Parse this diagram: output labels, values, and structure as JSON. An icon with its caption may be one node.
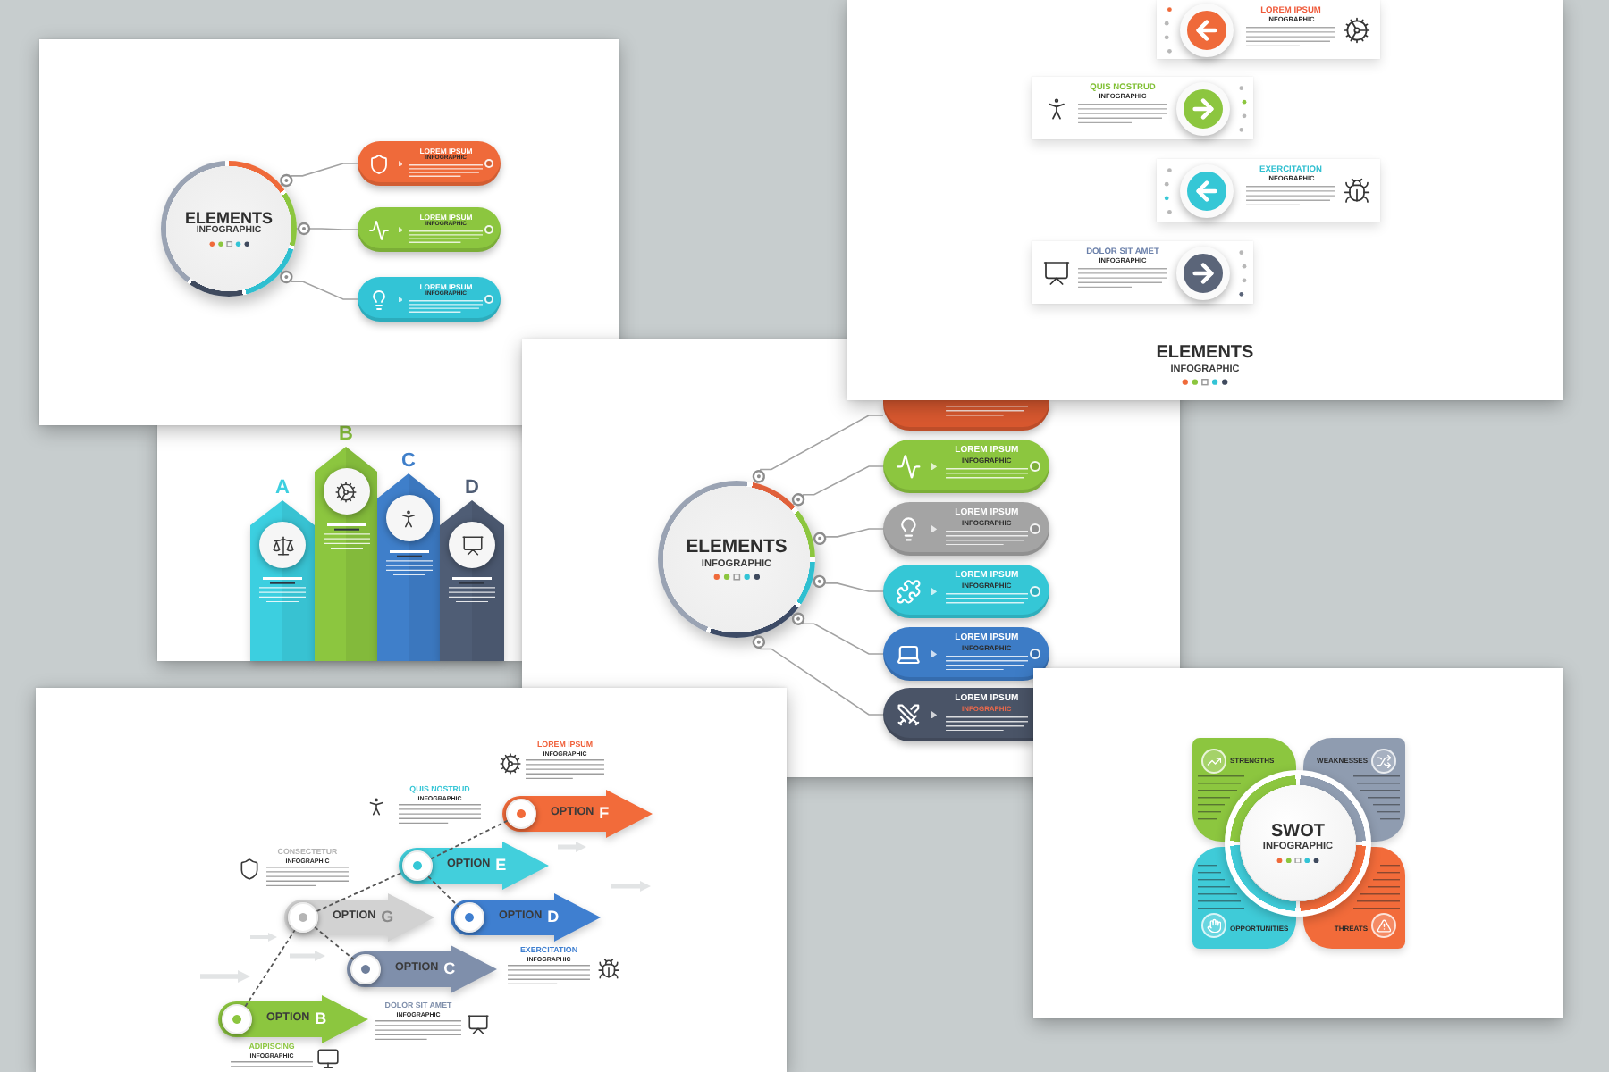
{
  "diagram": {
    "nodes": [
      {
        "text": [],
        "shape": "box"
      },
      {
        "text": [
          "ELEMENTS",
          "INFOGRAPHIC"
        ],
        "in": 0
      },
      {
        "text": [
          "LOREM IPSUM",
          "INFOGRAPHIC"
        ],
        "in": 0
      },
      {
        "text": [
          "LOREM IPSUM",
          "INFOGRAPHIC"
        ],
        "in": 0
      },
      {
        "text": [
          "LOREM IPSUM",
          "INFOGRAPHIC"
        ],
        "in": 0
      },
      {
        "text": [
          "ELEMENTS",
          "INFOGRAPHIC"
        ]
      },
      {
        "text": [
          "LOREM IPSUM",
          "INFOGRAPHIC"
        ],
        "in": 5
      },
      {
        "text": [
          "QUIS NOSTRUD",
          "INFOGRAPHIC"
        ],
        "in": 5
      },
      {
        "text": [
          "EXERCITATION",
          "INFOGRAPHIC"
        ],
        "in": 5
      },
      {
        "text": [
          "DOLOR SIT AMET",
          "INFOGRAPHIC"
        ],
        "in": 5
      },
      {
        "text": [],
        "shape": "box"
      },
      {
        "text": [
          "A"
        ],
        "in": 10
      },
      {
        "text": [
          "B"
        ],
        "in": 10
      },
      {
        "text": [
          "C"
        ],
        "in": 10
      },
      {
        "text": [
          "D"
        ],
        "in": 10
      },
      {
        "text": [],
        "shape": "box"
      },
      {
        "text": [
          "ELEMENTS",
          "INFOGRAPHIC"
        ],
        "in": 15
      },
      {
        "text": [],
        "shape": "box",
        "in": 15
      },
      {
        "text": [
          "LOREM IPSUM",
          "INFOGRAPHIC"
        ],
        "in": 15
      },
      {
        "text": [
          "LOREM IPSUM",
          "INFOGRAPHIC"
        ],
        "in": 15
      },
      {
        "text": [
          "LOREM IPSUM",
          "INFOGRAPHIC"
        ],
        "in": 15
      },
      {
        "text": [
          "LOREM IPSUM",
          "INFOGRAPHIC"
        ],
        "in": 15
      },
      {
        "text": [
          "LOREM IPSUM",
          "INFOGRAPHIC"
        ],
        "in": 15
      },
      {
        "text": [],
        "shape": "box"
      },
      {
        "text": [
          "OPTION",
          "F"
        ],
        "in": 23,
        "beside": [
          "LOREM IPSUM",
          "INFOGRAPHIC"
        ]
      },
      {
        "text": [],
        "shape": "circle",
        "in": 24
      },
      {
        "text": [
          "OPTION",
          "E"
        ],
        "in": 23,
        "beside": [
          "QUIS NOSTRUD",
          "INFOGRAPHIC"
        ]
      },
      {
        "text": [],
        "shape": "circle",
        "in": 26
      },
      {
        "text": [
          "OPTION",
          "G"
        ],
        "in": 23,
        "beside": [
          "CONSECTETUR",
          "INFOGRAPHIC"
        ]
      },
      {
        "text": [],
        "shape": "circle",
        "in": 28
      },
      {
        "text": [
          "OPTION",
          "D"
        ],
        "in": 23,
        "beside": [
          "EXERCITATION",
          "INFOGRAPHIC"
        ]
      },
      {
        "text": [],
        "shape": "circle",
        "in": 30
      },
      {
        "text": [
          "OPTION",
          "C"
        ],
        "in": 23,
        "beside": [
          "DOLOR SIT AMET",
          "INFOGRAPHIC"
        ]
      },
      {
        "text": [],
        "shape": "circle",
        "in": 32
      },
      {
        "text": [
          "OPTION",
          "B"
        ],
        "in": 23,
        "beside": [
          "ADIPISCING",
          "INFOGRAPHIC"
        ]
      },
      {
        "text": [],
        "shape": "circle",
        "in": 34
      },
      {
        "text": [],
        "shape": "box"
      },
      {
        "text": [
          "STRENGTHS"
        ],
        "in": 36
      },
      {
        "text": [
          "WEAKNESSES"
        ],
        "in": 36
      },
      {
        "text": [
          "SWOT",
          "INFOGRAPHIC"
        ],
        "in": 36
      },
      {
        "text": [
          "OPPORTUNITIES"
        ],
        "in": 36
      },
      {
        "text": [
          "THREATS"
        ],
        "in": 36
      }
    ],
    "edges": [
      {
        "from": 1,
        "to": 2,
        "arrow": "other"
      },
      {
        "from": 1,
        "to": 3,
        "arrow": "other"
      },
      {
        "from": 1,
        "to": 4,
        "arrow": "other"
      },
      {
        "from": 16,
        "to": 17,
        "arrow": "other"
      },
      {
        "from": 16,
        "to": 18,
        "arrow": "other"
      },
      {
        "from": 16,
        "to": 19,
        "arrow": "other"
      },
      {
        "from": 16,
        "to": 20,
        "arrow": "other"
      },
      {
        "from": 16,
        "to": 21,
        "arrow": "other"
      },
      {
        "from": 16,
        "to": 22,
        "arrow": "other"
      },
      {
        "from": 35,
        "to": 29,
        "arrow": "none",
        "style": "dashed",
        "color": "#555555"
      },
      {
        "from": 29,
        "to": 27,
        "arrow": "none",
        "style": "dashed",
        "color": "#555555"
      },
      {
        "from": 29,
        "to": 33,
        "arrow": "none",
        "style": "dashed",
        "color": "#555555"
      },
      {
        "from": 27,
        "to": 25,
        "arrow": "none",
        "style": "dashed",
        "color": "#555555"
      },
      {
        "from": 27,
        "to": 31,
        "arrow": "none",
        "style": "dashed",
        "color": "#555555"
      }
    ]
  }
}
